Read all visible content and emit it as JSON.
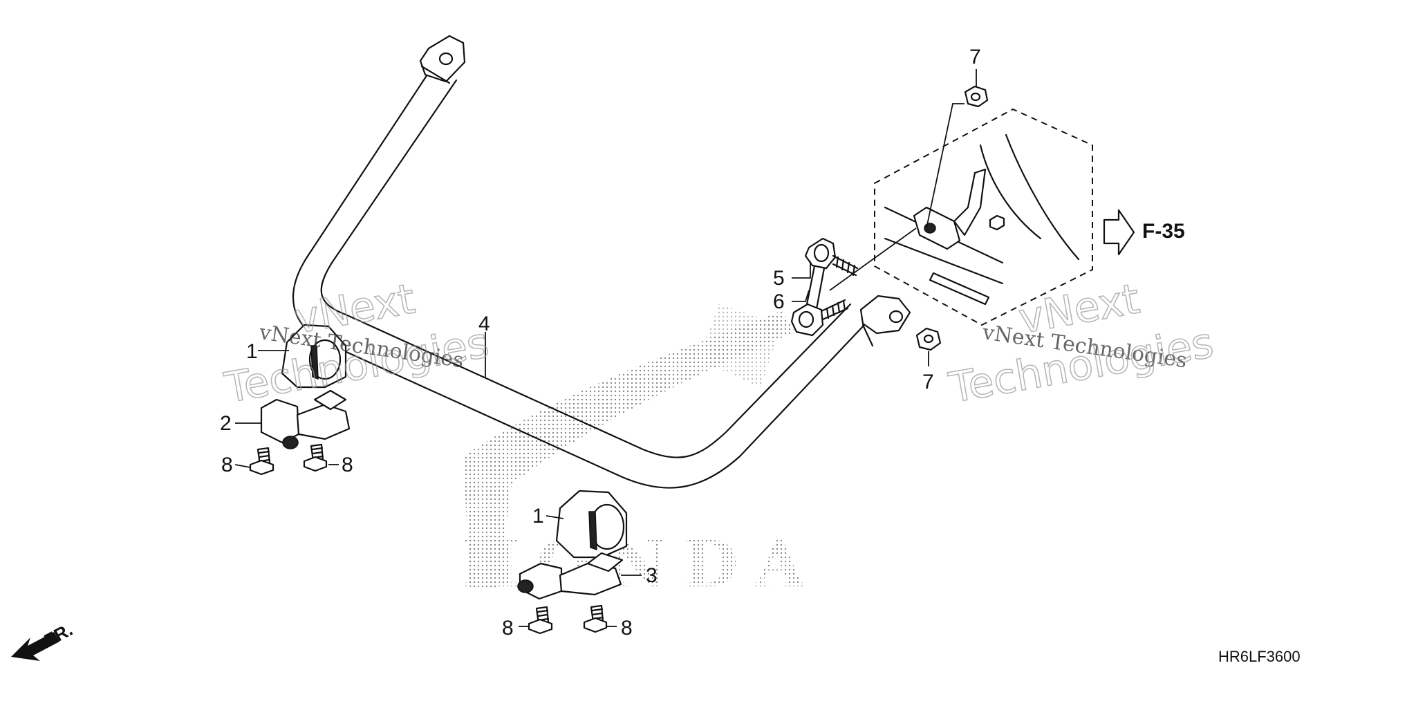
{
  "diagram": {
    "callouts": {
      "c1a": "1",
      "c2": "2",
      "c8a": "8",
      "c8b": "8",
      "c4": "4",
      "c5": "5",
      "c6": "6",
      "c7a": "7",
      "c7b": "7",
      "c1b": "1",
      "c3": "3",
      "c8c": "8",
      "c8d": "8"
    },
    "reference": "F-35",
    "front_label": "FR.",
    "diagram_code": "HR6LF3600",
    "watermarks": {
      "w1_small": "vNext Technologies",
      "w1_top": "vNext",
      "w1_bottom": "Technologies",
      "w2_small": "vNext Technologies",
      "w2_top": "vNext",
      "w2_bottom": "Technologies"
    },
    "logo_text": "HONDA"
  }
}
